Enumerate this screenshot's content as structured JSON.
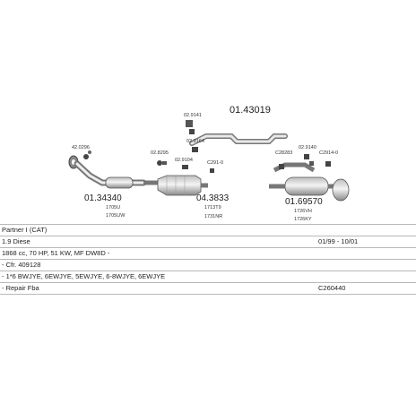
{
  "header": {
    "main_part_number": "01.43019"
  },
  "parts": {
    "front_pipe": {
      "ref": "01.34340",
      "sub1": "1705U",
      "sub2": "1705UW"
    },
    "catalyst": {
      "ref": "04.3833",
      "sub1": "1713T9",
      "sub2": "1731NR"
    },
    "rear_silencer": {
      "ref": "01.69570",
      "sub1": "1726VH",
      "sub2": "1726KY"
    }
  },
  "small_labels": {
    "front_clamp": "42.0296",
    "mid_clamp_a": "02.8295",
    "mid_clamp_b": "02.9104",
    "top_hanger_a": "02.9141",
    "top_hanger_b": "02.9164",
    "cat_clamp": "C291-0",
    "rear_clamp_a": "C28283",
    "rear_clamp_b": "C2914-0",
    "rear_hanger": "02.9140"
  },
  "info_rows": [
    {
      "left": "Partner I (CAT)",
      "right": ""
    },
    {
      "left": "1.9 Diese",
      "right": "01/99 - 10/01"
    },
    {
      "left": "1868 cc, 70 HP, 51 KW, MF DW8D -",
      "right": ""
    },
    {
      "left": "- Cfr. 409128",
      "right": ""
    },
    {
      "left": "- 1*6 BWJYE, 6EWJYE, 5EWJYE, 6-8WJYE, 6EWJYE",
      "right": ""
    },
    {
      "left": "- Repair Fba",
      "right": "C260440"
    }
  ]
}
